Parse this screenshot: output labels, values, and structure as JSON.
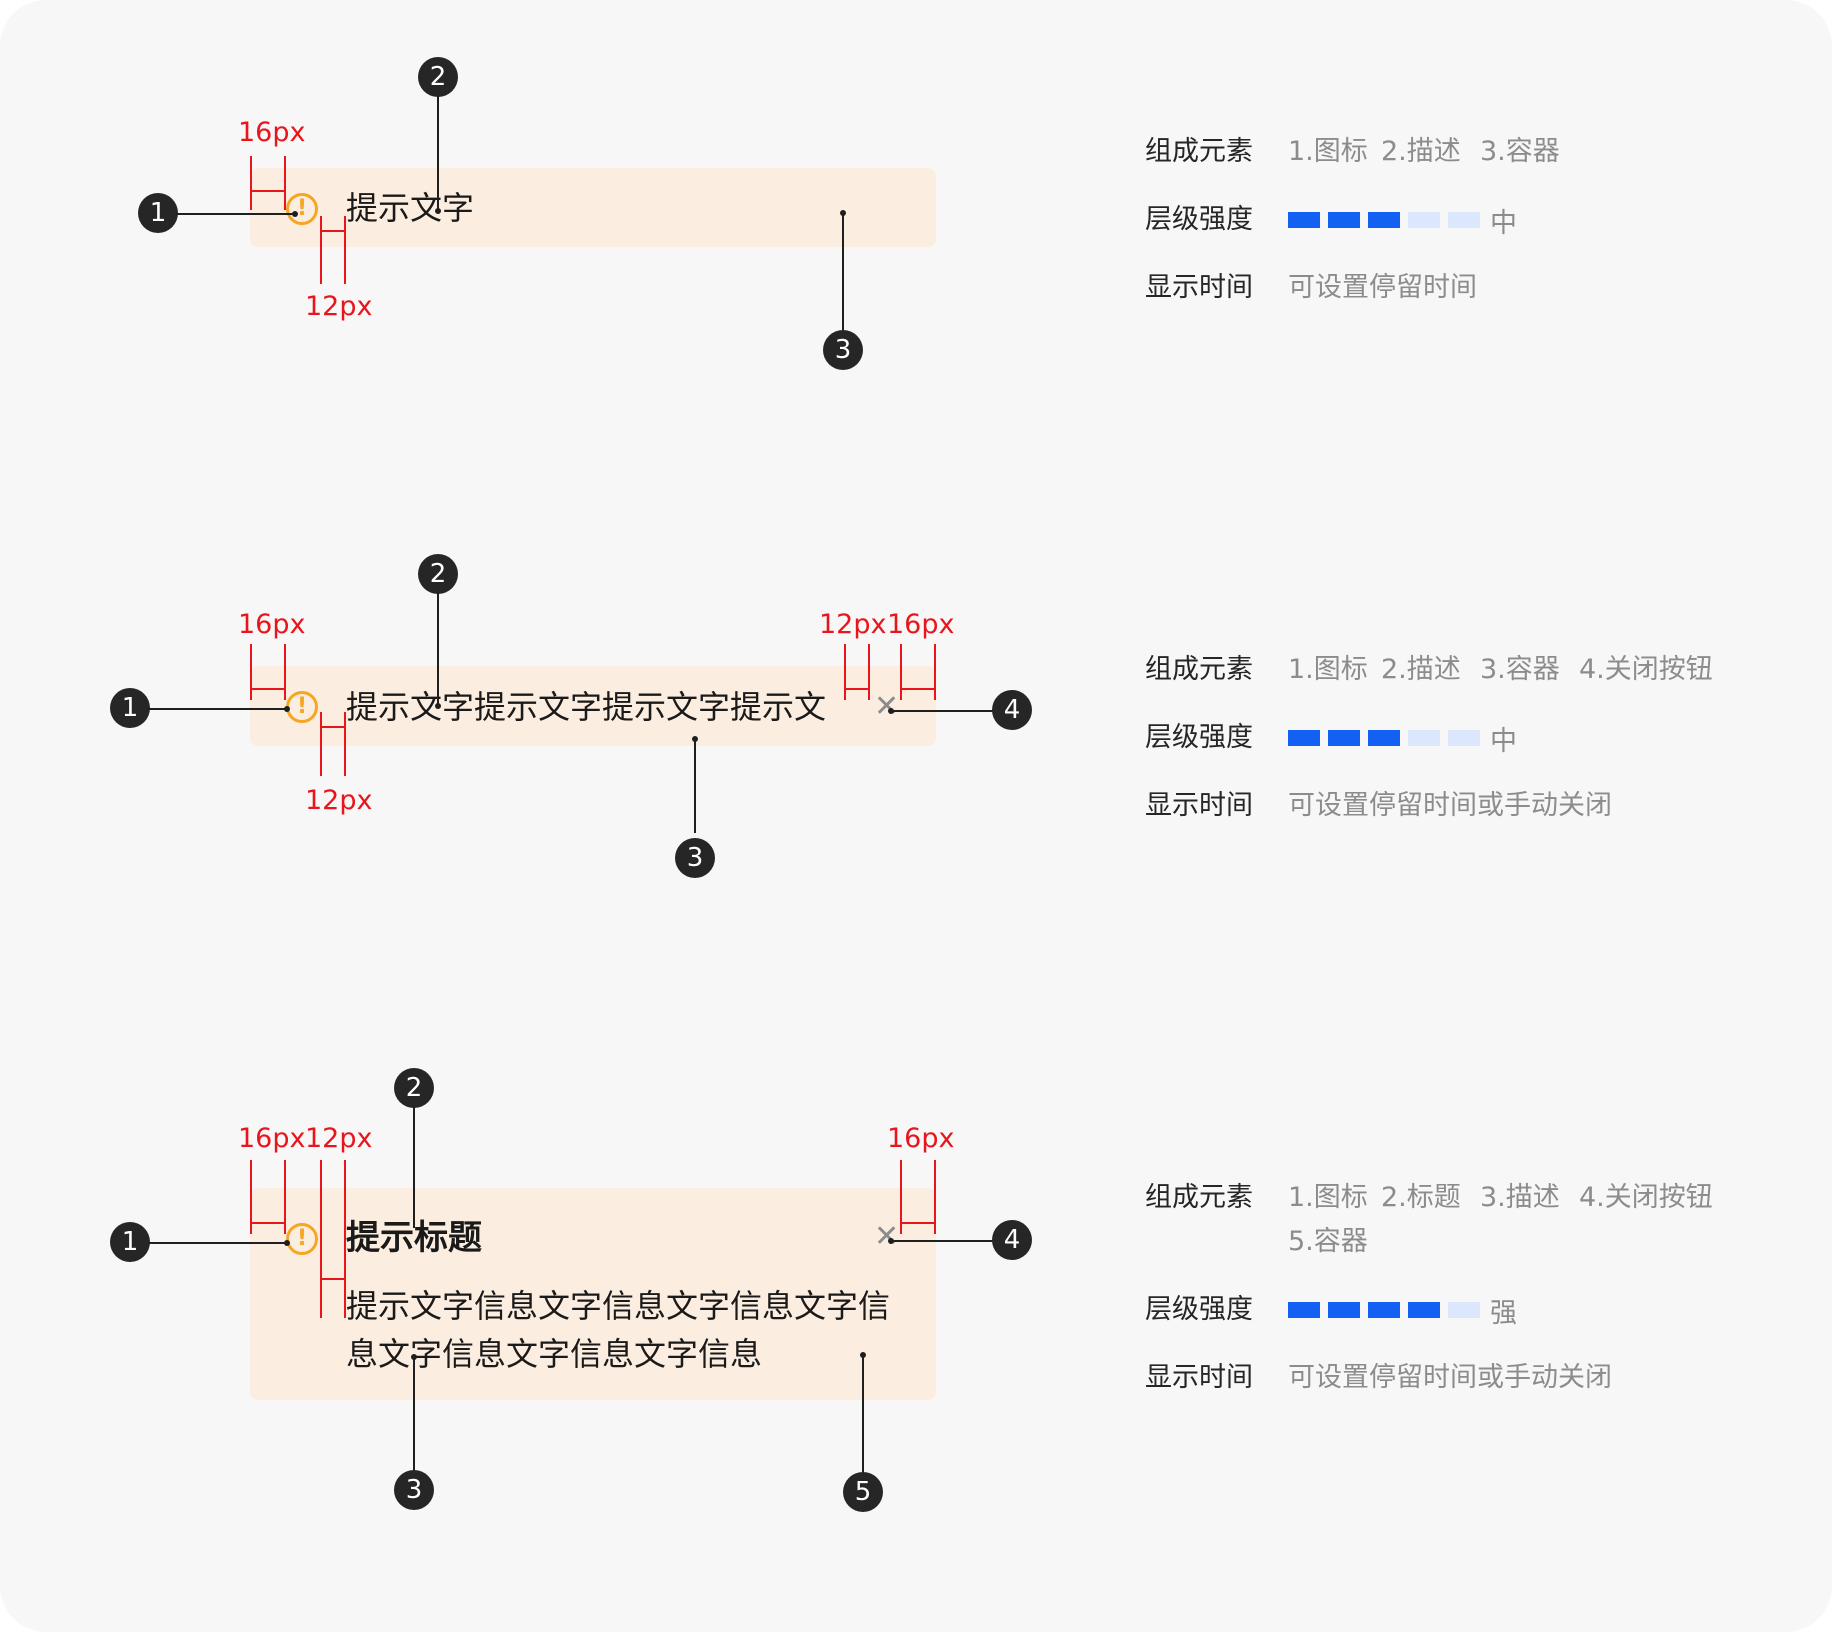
{
  "measure_labels": {
    "p16": "16px",
    "p12": "12px"
  },
  "callouts": [
    "1",
    "2",
    "3",
    "4",
    "5"
  ],
  "info_keys": {
    "elements": "组成元素",
    "level": "层级强度",
    "time": "显示时间"
  },
  "section1": {
    "alert_text": "提示文字",
    "elements": [
      "1.图标",
      "2.描述",
      "3.容器"
    ],
    "level_filled": 3,
    "level_total": 5,
    "level_text": "中",
    "time_text": "可设置停留时间"
  },
  "section2": {
    "alert_text": "提示文字提示文字提示文字提示文",
    "elements": [
      "1.图标",
      "2.描述",
      "3.容器",
      "4.关闭按钮"
    ],
    "level_filled": 3,
    "level_total": 5,
    "level_text": "中",
    "time_text": "可设置停留时间或手动关闭"
  },
  "section3": {
    "alert_title": "提示标题",
    "alert_desc": "提示文字信息文字信息文字信息文字信息文字信息文字信息文字信息",
    "elements_line1": [
      "1.图标",
      "2.标题",
      "3.描述",
      "4.关闭按钮"
    ],
    "elements_line2": [
      "5.容器"
    ],
    "level_filled": 4,
    "level_total": 5,
    "level_text": "强",
    "time_text": "可设置停留时间或手动关闭"
  },
  "icons": {
    "warning": "!",
    "close": "✕"
  },
  "colors": {
    "accent_red": "#e8161c",
    "level_on": "#1261f2",
    "level_off": "#dbe7fd",
    "alert_bg": "#fbeee0",
    "warning": "#f5a623"
  }
}
